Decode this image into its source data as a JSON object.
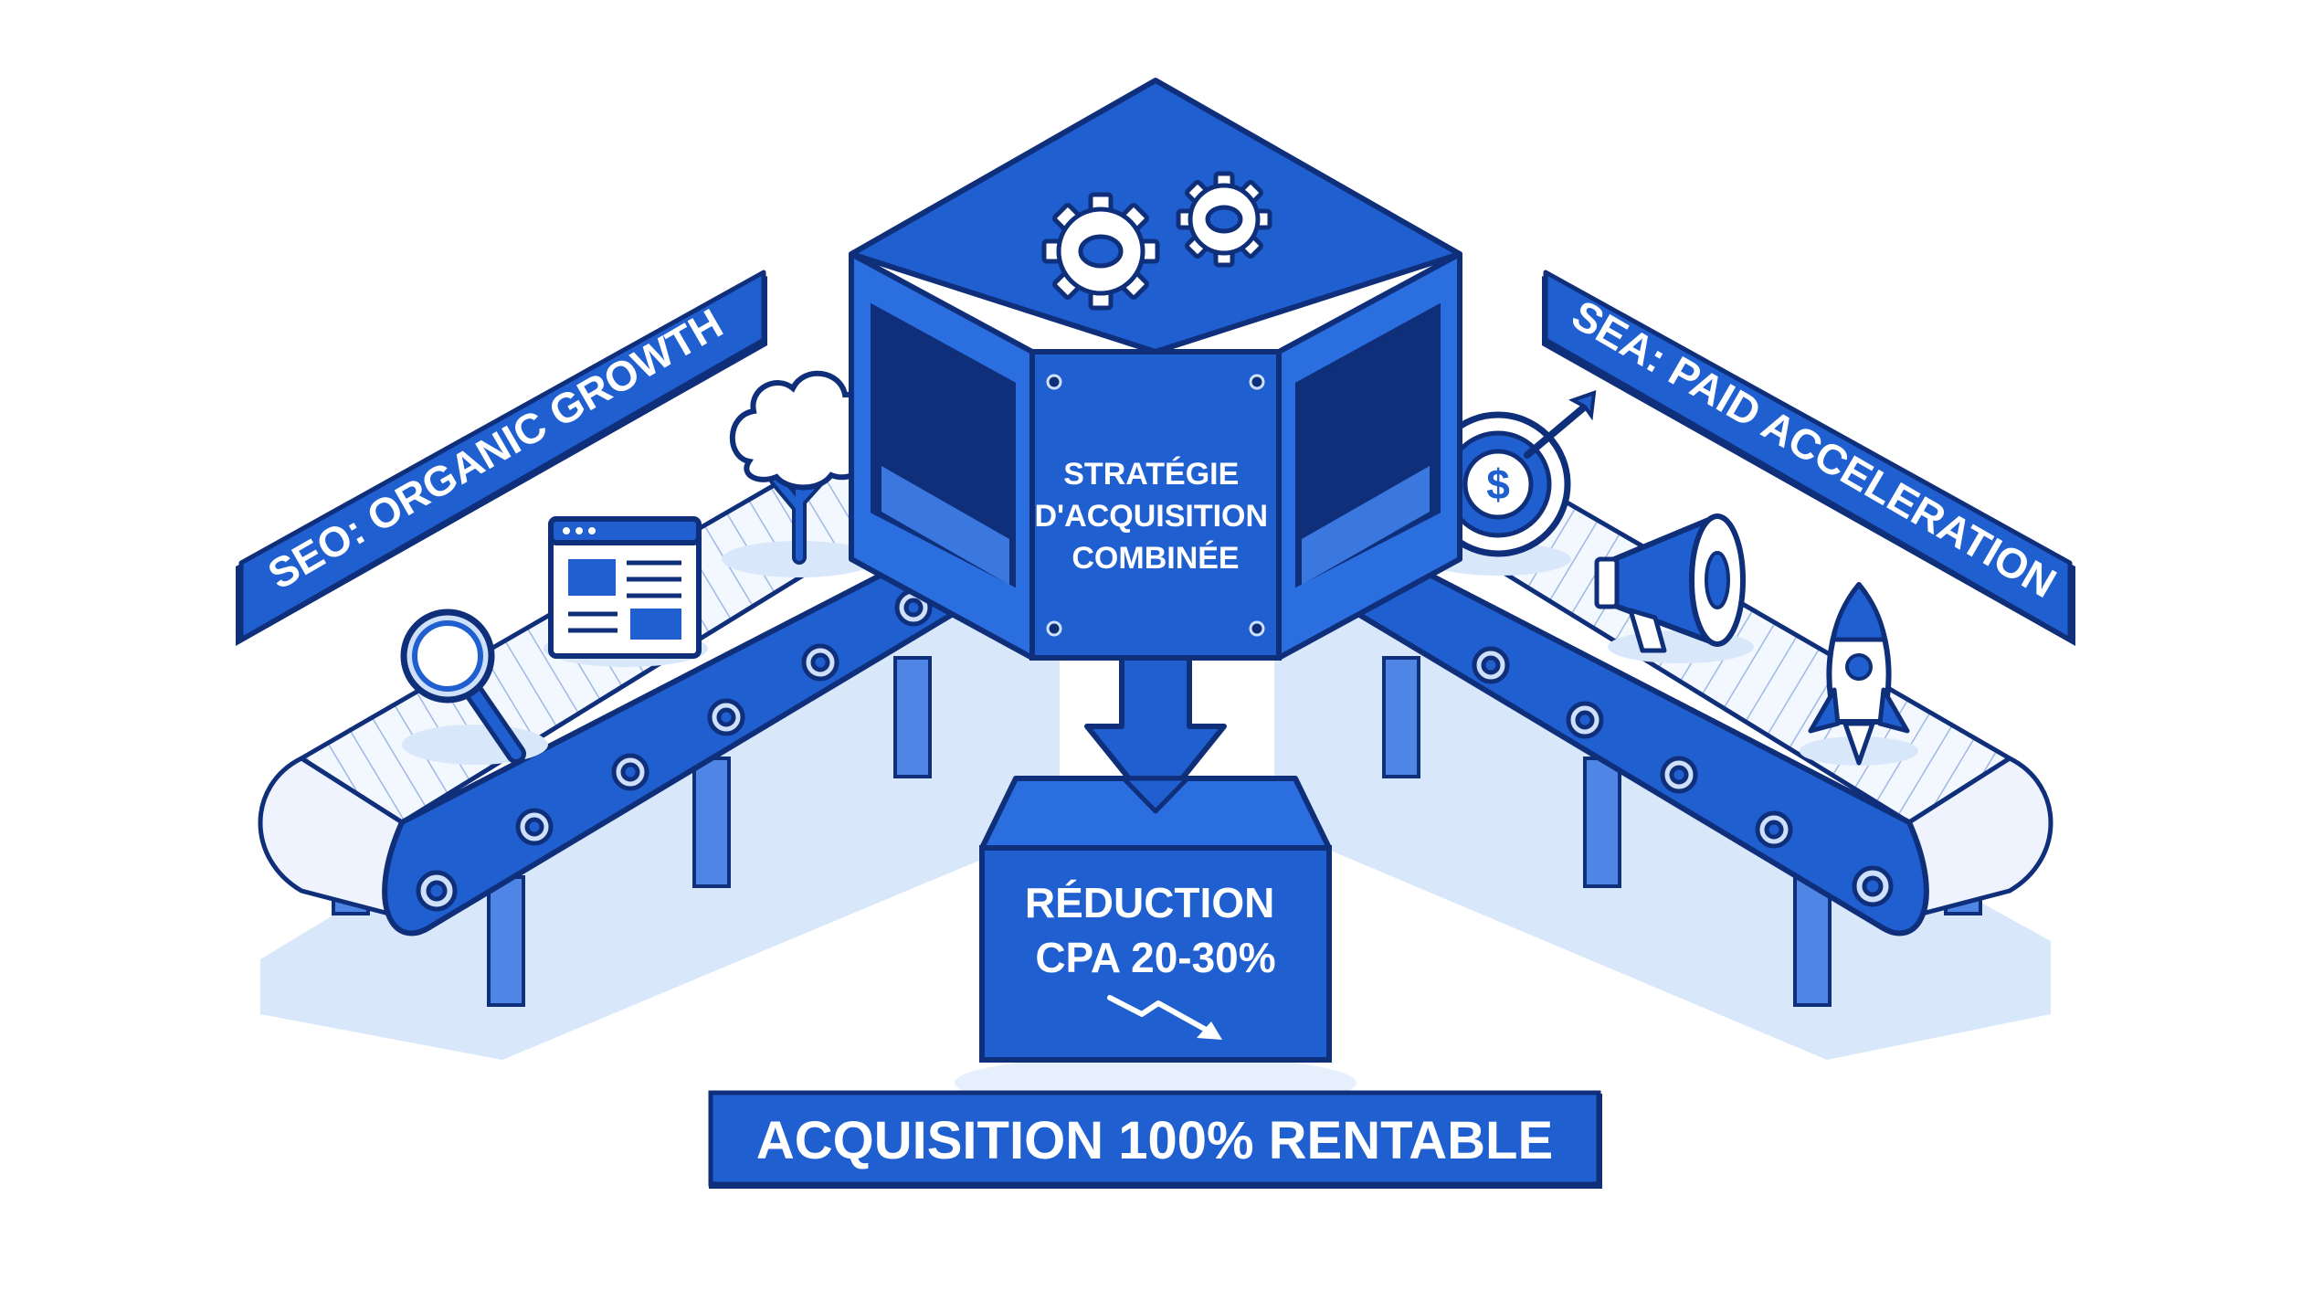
{
  "labels": {
    "seo": "SEO: ORGANIC GROWTH",
    "sea": "SEA: PAID ACCELERATION",
    "hub_lines": [
      "STRATÉGIE",
      "D'ACQUISITION",
      "COMBINÉE"
    ],
    "result_lines": [
      "RÉDUCTION",
      "CPA 20-30%"
    ],
    "footer": "ACQUISITION 100% RENTABLE"
  },
  "icons": {
    "seo_items": [
      "magnifier-icon",
      "web-page-icon",
      "tree-icon"
    ],
    "sea_items": [
      "target-dollar-icon",
      "megaphone-icon",
      "rocket-icon"
    ],
    "hub": "gears-icon",
    "result": "trend-down-icon"
  },
  "colors": {
    "primary": "#1f5fd0",
    "dark": "#0f2f7a",
    "mid": "#3a78e0",
    "light": "#cfe0fa",
    "pale": "#e8f0fc",
    "shadow": "#d5e4fb",
    "text_light": "#ffffff"
  }
}
